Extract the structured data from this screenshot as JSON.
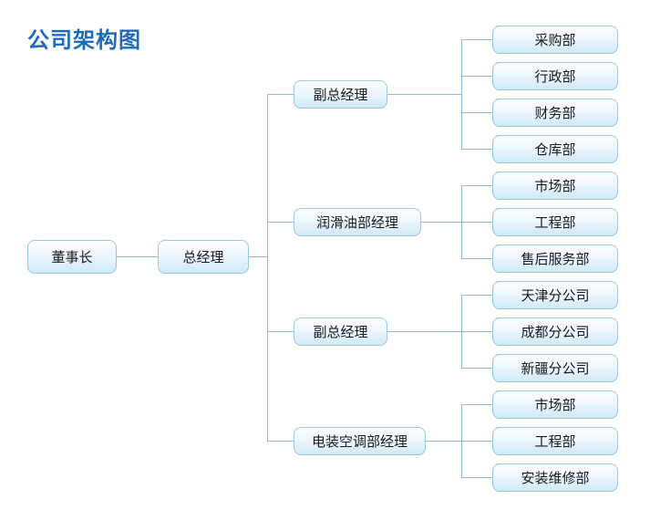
{
  "title": "公司架构图",
  "colors": {
    "title": "#1e6cba",
    "node_border": "#9cc7e0",
    "node_fill_top": "#fbfdff",
    "node_fill_bottom": "#cfe9f7",
    "connector_line": "#93b9d4",
    "node_text": "#1a1a1a",
    "background": "#ffffff"
  },
  "org": {
    "chairman": {
      "label": "董事长"
    },
    "general_manager": {
      "label": "总经理"
    },
    "managers": [
      {
        "label": "副总经理",
        "departments": [
          {
            "label": "采购部"
          },
          {
            "label": "行政部"
          },
          {
            "label": "财务部"
          },
          {
            "label": "仓库部"
          }
        ]
      },
      {
        "label": "润滑油部经理",
        "departments": [
          {
            "label": "市场部"
          },
          {
            "label": "工程部"
          },
          {
            "label": "售后服务部"
          }
        ]
      },
      {
        "label": "副总经理",
        "departments": [
          {
            "label": "天津分公司"
          },
          {
            "label": "成都分公司"
          },
          {
            "label": "新疆分公司"
          }
        ]
      },
      {
        "label": "电装空调部经理",
        "departments": [
          {
            "label": "市场部"
          },
          {
            "label": "工程部"
          },
          {
            "label": "安装维修部"
          }
        ]
      }
    ]
  }
}
